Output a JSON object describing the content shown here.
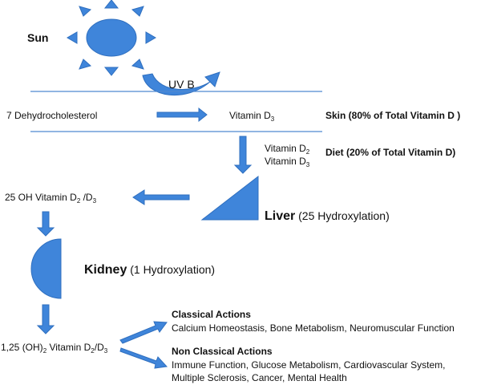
{
  "sun": {
    "label": "Sun"
  },
  "uv": {
    "label": "UV B"
  },
  "skin": {
    "precursor": "7 Dehydrocholesterol",
    "product_main": "Vitamin D",
    "product_sub": "3",
    "label": "Skin (80% of Total Vitamin D )"
  },
  "diet": {
    "item1_main": "Vitamin D",
    "item1_sub": "2",
    "item2_main": "Vitamin D",
    "item2_sub": "3",
    "label": "Diet (20% of Total Vitamin D)"
  },
  "liver": {
    "product_a": "25 OH Vitamin D",
    "product_sub1": "2",
    "product_b": " /D",
    "product_sub2": "3",
    "name": "Liver",
    "process": "(25 Hydroxylation)"
  },
  "kidney": {
    "name": "Kidney",
    "process": "(1 Hydroxylation)"
  },
  "final": {
    "a": "1,25 (OH)",
    "sub1": "2",
    "b": " Vitamin D",
    "sub2": "2",
    "c": "/D",
    "sub3": "3"
  },
  "classical": {
    "title": "Classical Actions",
    "text": "Calcium Homeostasis,  Bone Metabolism, Neuromuscular Function"
  },
  "nonclassical": {
    "title": "Non Classical Actions",
    "line1": "Immune Function, Glucose Metabolism, Cardiovascular System,",
    "line2": "Multiple Sclerosis, Cancer, Mental Health"
  },
  "colors": {
    "shape_fill": "#3f85da",
    "shape_stroke": "#2f6fbf",
    "line": "#4f89d0"
  }
}
